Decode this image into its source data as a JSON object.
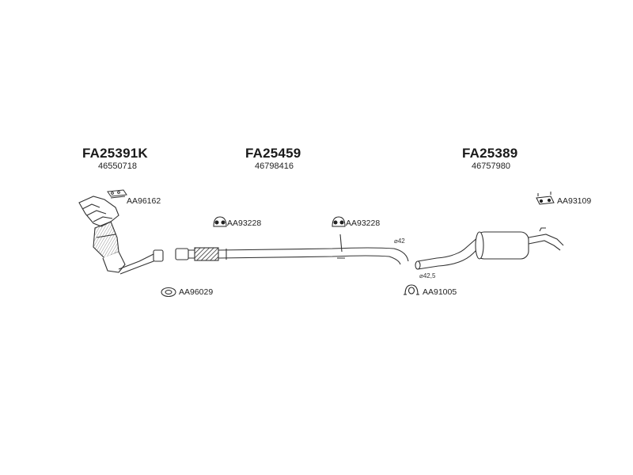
{
  "groups": [
    {
      "code": "FA25391K",
      "oe": "46550718"
    },
    {
      "code": "FA25459",
      "oe": "46798416"
    },
    {
      "code": "FA25389",
      "oe": "46757980"
    }
  ],
  "parts": {
    "manifold_gasket": "AA96162",
    "rubber_mount_1": "AA93228",
    "rubber_mount_2": "AA93228",
    "flange_gasket": "AA96029",
    "rear_hanger": "AA93109",
    "clamp": "AA91005"
  },
  "diameters": {
    "mid_pipe": "⌀42",
    "rear_pipe": "⌀42,5"
  }
}
